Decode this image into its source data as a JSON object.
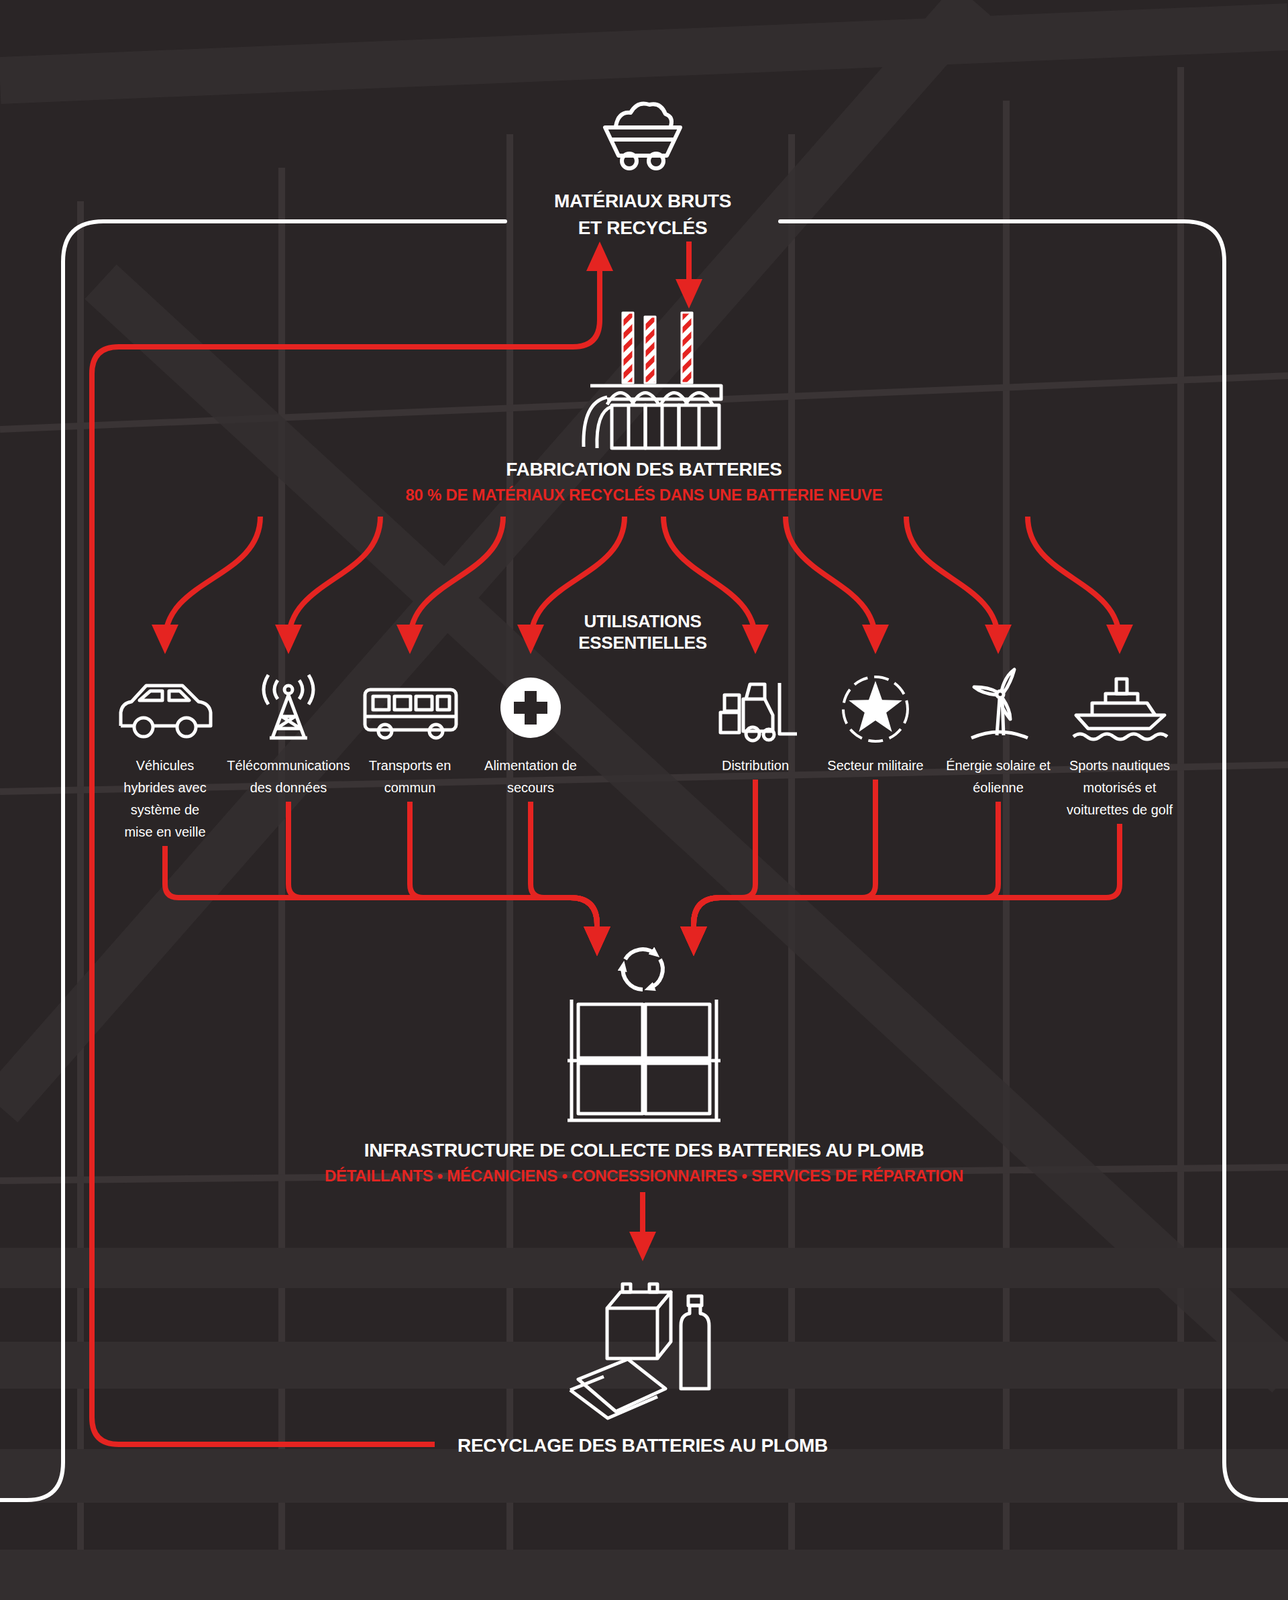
{
  "diagram": {
    "nodes": [
      {
        "text": [
          "MATÉRIAUX BRUTS ET RECYCLÉS"
        ]
      },
      {
        "text": [
          "FABRICATION DES BATTERIES",
          "80 % DE MATÉRIAUX RECYCLÉS DANS UNE BATTERIE NEUVE"
        ]
      },
      {
        "text": [
          "Véhicules hybrides avec système de mise en veille"
        ]
      },
      {
        "text": [
          "Télécommunications des données"
        ]
      },
      {
        "text": [
          "Transports en commun"
        ]
      },
      {
        "text": [
          "Alimentation de secours"
        ]
      },
      {
        "text": [
          "Distribution"
        ]
      },
      {
        "text": [
          "Secteur militaire"
        ]
      },
      {
        "text": [
          "Énergie solaire et éolienne"
        ]
      },
      {
        "text": [
          "Sports nautiques motorisés et voiturettes de golf"
        ]
      },
      {
        "text": [
          "INFRASTRUCTURE DE COLLECTE DES BATTERIES AU PLOMB",
          "DÉTAILLANTS • MÉCANICIENS • CONCESSIONNAIRES • SERVICES DE RÉPARATION"
        ]
      },
      {
        "text": [
          "RECYCLAGE DES BATTERIES AU PLOMB"
        ]
      }
    ],
    "edges": [
      {
        "from": 0,
        "to": 1,
        "arrow": "to"
      },
      {
        "from": 1,
        "to": 2,
        "arrow": "to"
      },
      {
        "from": 1,
        "to": 3,
        "arrow": "to"
      },
      {
        "from": 1,
        "to": 4,
        "arrow": "to"
      },
      {
        "from": 1,
        "to": 5,
        "arrow": "to"
      },
      {
        "from": 1,
        "to": 6,
        "arrow": "to"
      },
      {
        "from": 1,
        "to": 7,
        "arrow": "to"
      },
      {
        "from": 1,
        "to": 8,
        "arrow": "to"
      },
      {
        "from": 1,
        "to": 9,
        "arrow": "to"
      },
      {
        "from": 2,
        "to": 10,
        "arrow": "to"
      },
      {
        "from": 3,
        "to": 10,
        "arrow": "to"
      },
      {
        "from": 4,
        "to": 10,
        "arrow": "to"
      },
      {
        "from": 5,
        "to": 10,
        "arrow": "to"
      },
      {
        "from": 6,
        "to": 10,
        "arrow": "to"
      },
      {
        "from": 7,
        "to": 10,
        "arrow": "to"
      },
      {
        "from": 8,
        "to": 10,
        "arrow": "to"
      },
      {
        "from": 9,
        "to": 10,
        "arrow": "to"
      },
      {
        "from": 10,
        "to": 11,
        "arrow": "to"
      },
      {
        "from": 11,
        "to": 0,
        "arrow": "to"
      }
    ],
    "labels": [
      "UTILISATIONS ESSENTIELLES"
    ]
  }
}
